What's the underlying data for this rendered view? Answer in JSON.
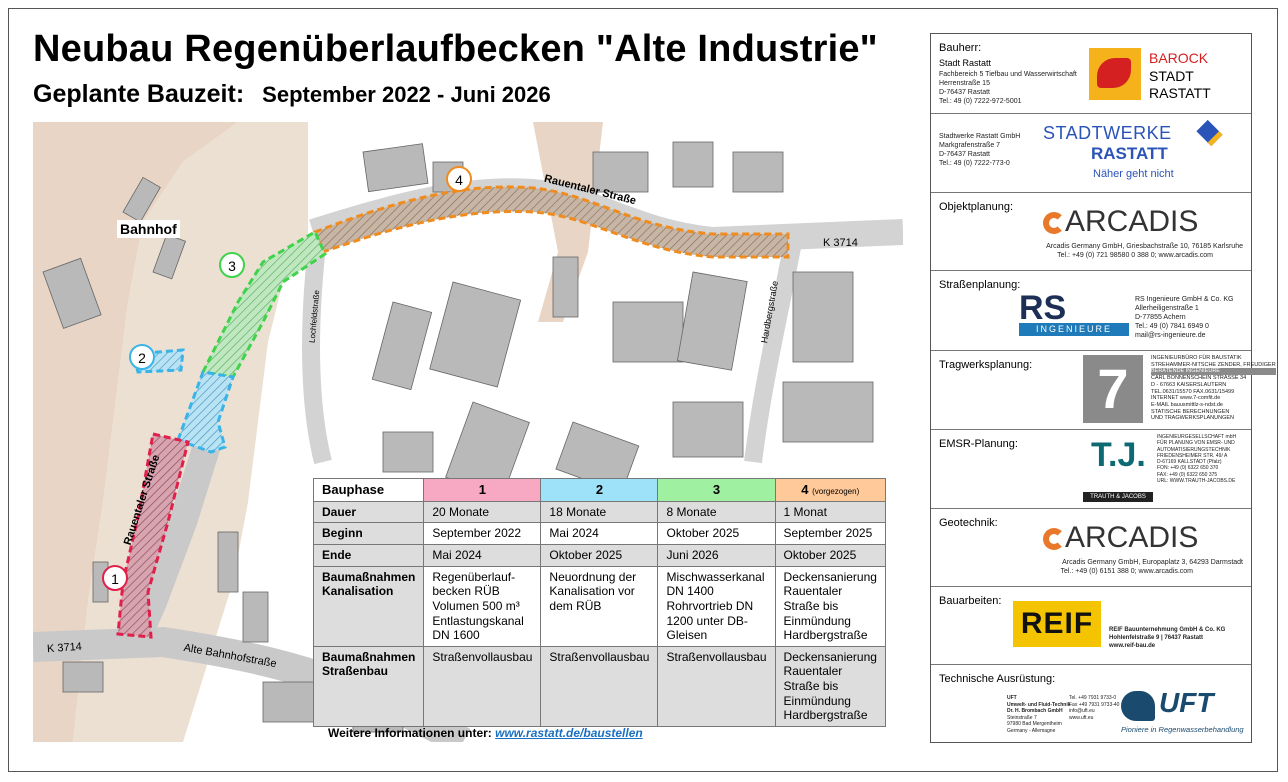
{
  "header": {
    "title": "Neubau Regenüberlaufbecken \"Alte Industrie\"",
    "subtitle_label": "Geplante Bauzeit:",
    "subtitle_dates": "September 2022 - Juni 2026"
  },
  "map": {
    "labels": {
      "bahnhof": "Bahnhof",
      "rauentaler_top": "Rauentaler Straße",
      "rauentaler_left": "Rauentaler Straße",
      "k3714_right": "K 3714",
      "k3714_left": "K 3714",
      "alte_bahnhofstrasse": "Alte Bahnhofstraße",
      "hardbergstrasse": "Hardbergstraße",
      "lochfeldstrasse": "Lochfeldstraße"
    },
    "markers": [
      "1",
      "2",
      "3",
      "4"
    ],
    "colors": {
      "phase1": "#e0204a",
      "phase2": "#38b4e8",
      "phase3": "#3fd24a",
      "phase4": "#f08c1e",
      "rail": "#e6d3c3"
    }
  },
  "table": {
    "header": [
      "Bauphase",
      "1",
      "2",
      "3",
      "4"
    ],
    "phase4_note": "(vorgezogen)",
    "header_colors": [
      "#ffffff",
      "#f7a8c2",
      "#9ee2fa",
      "#9ff0a0",
      "#ffc99a"
    ],
    "rows": [
      {
        "label": "Dauer",
        "cells": [
          "20 Monate",
          "18 Monate",
          "8 Monate",
          "1 Monat"
        ]
      },
      {
        "label": "Beginn",
        "cells": [
          "September 2022",
          "Mai 2024",
          "Oktober 2025",
          "September 2025"
        ]
      },
      {
        "label": "Ende",
        "cells": [
          "Mai 2024",
          "Oktober 2025",
          "Juni 2026",
          "Oktober 2025"
        ]
      },
      {
        "label": "Baumaßnahmen Kanalisation",
        "cells": [
          "Regenüberlauf-becken RÜB Volumen 500 m³ Entlastungskanal DN 1600",
          "Neuordnung der Kanalisation vor dem RÜB",
          "Mischwasserkanal DN 1400 Rohrvortrieb DN 1200 unter DB-Gleisen",
          "Deckensanierung Rauentaler Straße bis Einmündung Hardbergstraße"
        ]
      },
      {
        "label": "Baumaßnahmen Straßenbau",
        "cells": [
          "Straßenvollausbau",
          "Straßenvollausbau",
          "Straßenvollausbau",
          "Deckensanierung Rauentaler Straße bis Einmündung Hardbergstraße"
        ]
      }
    ]
  },
  "footer": {
    "more_label": "Weitere Informationen unter:",
    "more_link": "www.rastatt.de/baustellen"
  },
  "sidebar": {
    "bauherr": {
      "label": "Bauherr:",
      "name": "Stadt Rastatt",
      "address": [
        "Fachbereich 5 Tiefbau und Wasserwirtschaft",
        "Herrenstraße 15",
        "D-76437 Rastatt",
        "Tel.: 49 (0) 7222-972-5001"
      ],
      "logo_lines": [
        "BAROCK",
        "STADT",
        "RASTATT"
      ]
    },
    "stadtwerke": {
      "address": [
        "Stadtwerke Rastatt GmbH",
        "Markgrafenstraße 7",
        "D-76437 Rastatt",
        "Tel.: 49 (0) 7222-773-0"
      ],
      "logo_line1": "STADTWERKE",
      "logo_line2": "RASTATT",
      "slogan": "Näher geht nicht"
    },
    "objektplanung": {
      "label": "Objektplanung:",
      "logo": "ARCADIS",
      "address": "Arcadis Germany GmbH, Griesbachstraße 10, 76185 Karlsruhe",
      "contact": "Tel.: +49 (0) 721 98580 0 388 0;  www.arcadis.com"
    },
    "strassenplanung": {
      "label": "Straßenplanung:",
      "logo": "RS",
      "logo_sub": "INGENIEURE",
      "address": [
        "RS Ingenieure GmbH & Co. KG",
        "Allerheiligenstraße 1",
        "D-77855 Achern",
        "",
        "Tel.: 49 (0) 7841 6949 0",
        "mail@rs-ingenieure.de"
      ]
    },
    "tragwerksplanung": {
      "label": "Tragwerksplanung:",
      "logo": "7",
      "text": [
        "INGENIEURBÜRO FÜR BAUSTATIK",
        "STREHAMMER-NITSCHE ZENDER, FREUDIGER",
        "BERATENDE INGENIEURE",
        "CARL BONNENSCHEIN STRASSE 34",
        "D - 67663         KAISERSLAUTERN",
        "TEL.0631/15570 FAX.0631/15499",
        "INTERNET          www.7-comfit.de",
        "E-MAIL       bauusmittlz-s-ndst.de",
        "STATISCHE BERECHNUNGEN",
        "UND TRAGWERKSPLANUNGEN"
      ]
    },
    "emsr": {
      "label": "EMSR-Planung:",
      "logo": "T.J.",
      "logo_sub": "TRAUTH & JACOBS",
      "text": [
        "INGENIEURGESELLSCHAFT mbH",
        "FÜR PLANUNG VON EMSR- UND",
        "AUTOMATISIERUNGSTECHNIK",
        "",
        "FRIEDENSHEIMER STR. 49/ A",
        "D-67169    KALLSTADT (Pfalz)",
        "FON:    +49 (0) 6322 650 370",
        "FAX:    +49 (0) 6322 650 375",
        "URL: WWW.TRAUTH-JACOBS.DE"
      ]
    },
    "geotechnik": {
      "label": "Geotechnik:",
      "logo": "ARCADIS",
      "address": "Arcadis Germany GmbH, Europaplatz 3, 64293 Darmstadt",
      "contact": "Tel.: +49 (0) 6151 388 0;  www.arcadis.com"
    },
    "bauarbeiten": {
      "label": "Bauarbeiten:",
      "logo": "REIF",
      "text": [
        "REIF Bauunternehmung GmbH & Co. KG",
        "Hohlenfelstraße 9 | 76437 Rastatt",
        "www.reif-bau.de"
      ]
    },
    "technik": {
      "label": "Technische Ausrüstung:",
      "left_text": [
        "UFT",
        "Umwelt- und Fluid-Technik",
        "Dr. H. Brombach GmbH",
        "Steinstraße 7",
        "97980 Bad Mergentheim",
        "Germany - Allemagne"
      ],
      "mid_text": [
        "Tel. +49 7931 9733-0",
        "Fax +49 7931 9733-40",
        "info@uft.eu",
        "www.uft.eu"
      ],
      "logo": "UFT",
      "slogan": "Pioniere in Regenwasserbehandlung"
    }
  }
}
